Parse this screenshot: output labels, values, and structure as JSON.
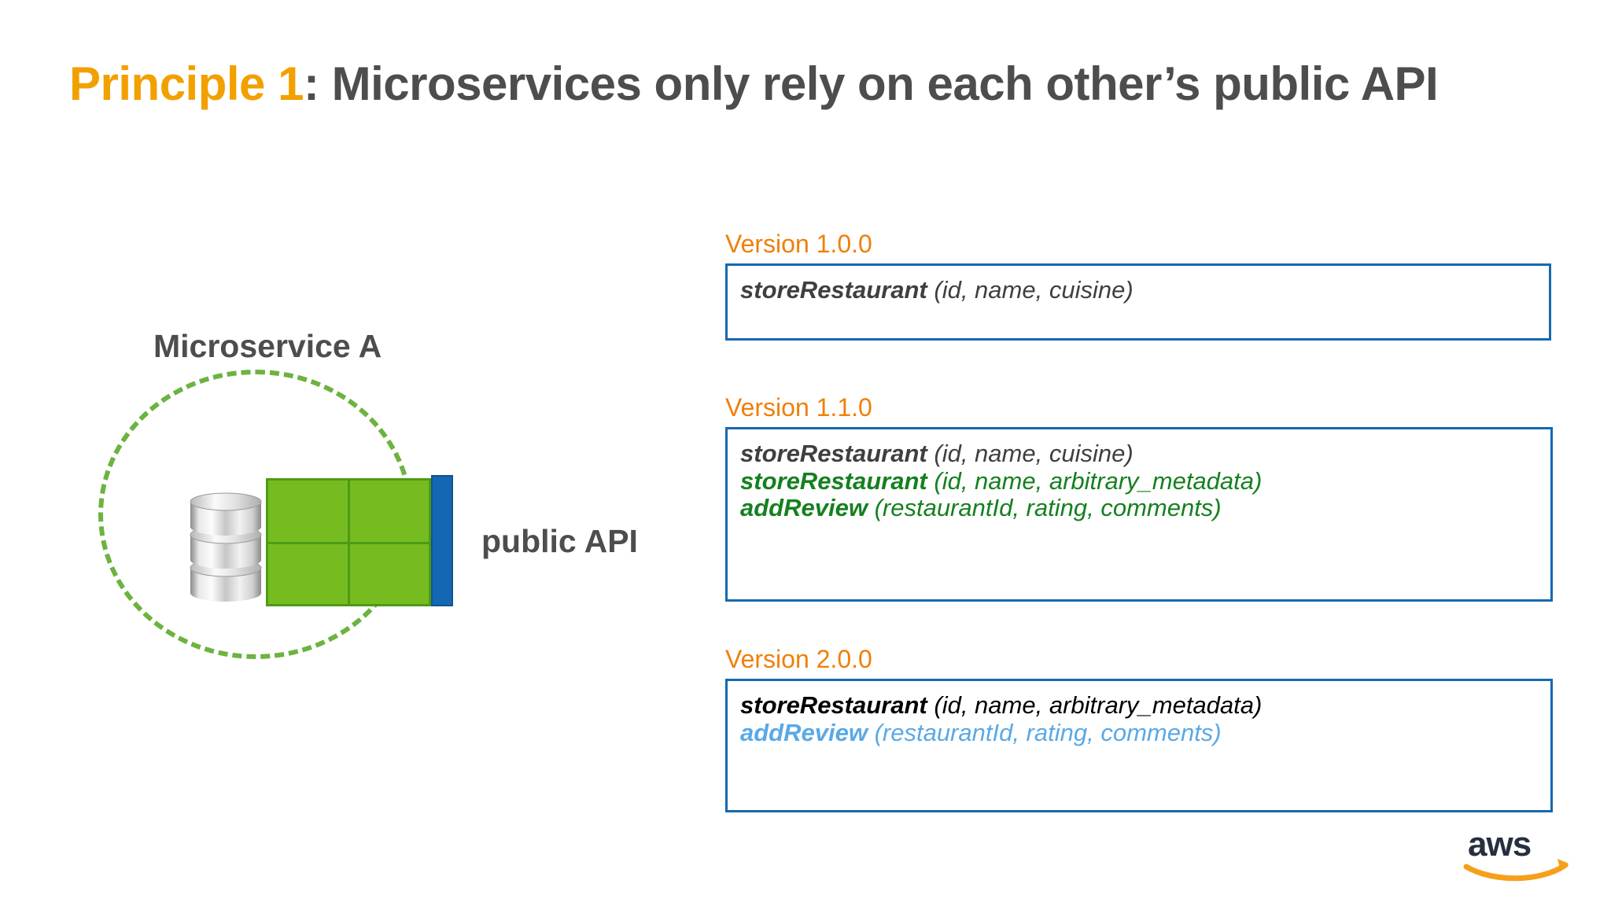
{
  "slide": {
    "title_accent": "Principle 1",
    "title_rest": ": Microservices only rely on each other’s public API"
  },
  "diagram": {
    "microservice_label": "Microservice A",
    "public_api_label": "public API",
    "database_icon": "database-cylinder-icon",
    "boundary_style": "green-dashed-circle",
    "colors": {
      "service_green": "#76BC21",
      "service_green_border": "#4E9A17",
      "api_blue": "#1467B3",
      "boundary_green": "#6CB33F",
      "label_gray": "#4D4D4D"
    }
  },
  "api_versions": [
    {
      "label": "Version 1.0.0",
      "lines": [
        {
          "fn": "storeRestaurant",
          "params": "(id, name, cuisine)",
          "color": "c-dark"
        }
      ]
    },
    {
      "label": "Version 1.1.0",
      "lines": [
        {
          "fn": "storeRestaurant",
          "params": "(id, name, cuisine)",
          "color": "c-dark"
        },
        {
          "fn": "storeRestaurant",
          "params": "(id, name, arbitrary_metadata)",
          "color": "c-green"
        },
        {
          "fn": "addReview",
          "params": "(restaurantId, rating, comments)",
          "color": "c-green"
        }
      ]
    },
    {
      "label": "Version 2.0.0",
      "lines": [
        {
          "fn": "storeRestaurant",
          "params": "(id, name, arbitrary_metadata)",
          "color": "c-black"
        },
        {
          "fn": "addReview",
          "params": "(restaurantId, rating, comments)",
          "color": "c-blue"
        }
      ]
    }
  ],
  "branding": {
    "logo_text": "aws",
    "logo_name": "aws-logo",
    "logo_arrow_color": "#F6A01A",
    "logo_text_color": "#252F3E"
  },
  "accent_colors": {
    "version_orange": "#F07F09",
    "box_border_blue": "#1569B0",
    "title_accent_yellow": "#F2A000"
  }
}
